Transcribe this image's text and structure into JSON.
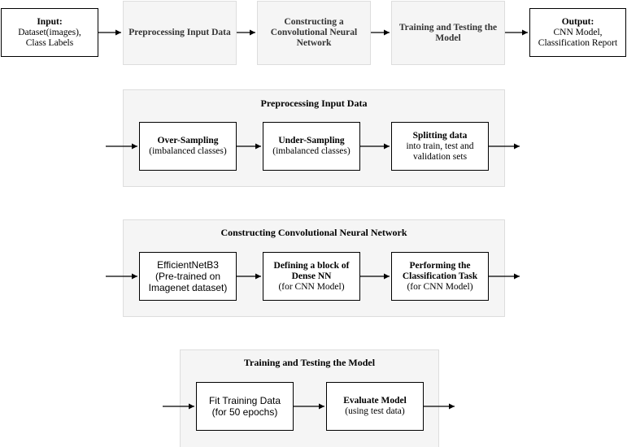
{
  "top_row": {
    "input": {
      "title": "Input:",
      "line1": "Dataset(images),",
      "line2": "Class Labels"
    },
    "preprocessing": {
      "label": "Preprocessing Input Data"
    },
    "cnn": {
      "line1": "Constructing a",
      "line2": "Convolutional Neural",
      "line3": "Network"
    },
    "training": {
      "line1": "Training and Testing the",
      "line2": "Model"
    },
    "output": {
      "title": "Output:",
      "line1": "CNN Model,",
      "line2": "Classification Report"
    }
  },
  "preprocessing_panel": {
    "title": "Preprocessing Input Data",
    "over_sampling": {
      "title": "Over-Sampling",
      "sub": "(imbalanced classes)"
    },
    "under_sampling": {
      "title": "Under-Sampling",
      "sub": "(imbalanced classes)"
    },
    "splitting": {
      "title": "Splitting data",
      "line1": "into train, test and",
      "line2": "validation sets"
    }
  },
  "cnn_panel": {
    "title": "Constructing Convolutional Neural Network",
    "efficientnet": {
      "title": "EfficientNetB3",
      "line1": "(Pre-trained on",
      "line2": "Imagenet dataset)"
    },
    "dense_block": {
      "line1": "Defining a block of",
      "line2": "Dense NN",
      "sub": "(for CNN Model)"
    },
    "classification": {
      "line1": "Performing the",
      "line2": "Classification Task",
      "sub": "(for CNN Model)"
    }
  },
  "training_panel": {
    "title": "Training and Testing the Model",
    "fit": {
      "title": "Fit Training Data",
      "sub": "(for 50 epochs)"
    },
    "evaluate": {
      "title": "Evaluate Model",
      "sub": "(using test data)"
    }
  }
}
